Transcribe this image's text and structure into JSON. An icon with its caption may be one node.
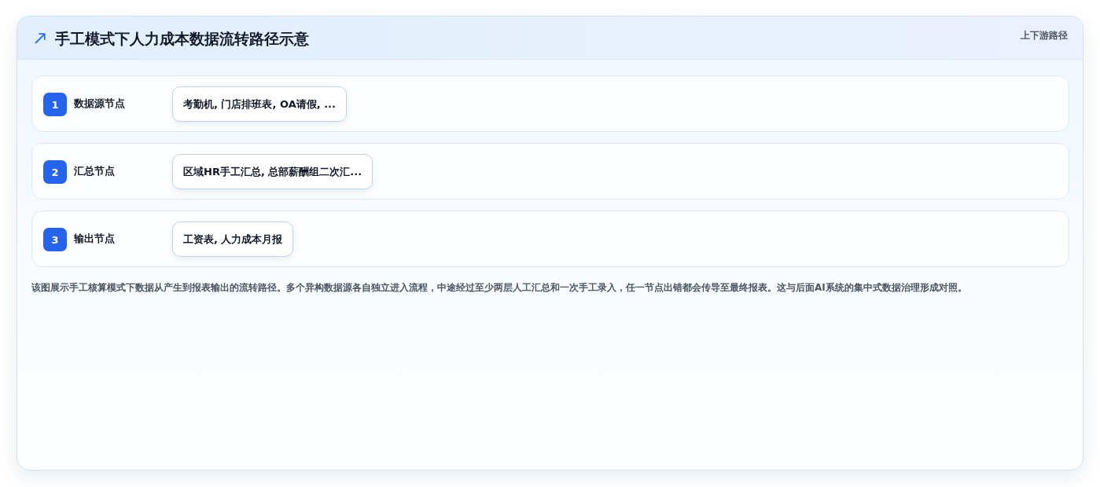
{
  "diagram": {
    "title": "手工模式下人力成本数据流转路径示意",
    "caption": "该图展示手工核算模式下数据从产生到报表输出的流转路径。多个异构数据源各自独立进入流程，中途经过至少两层人工汇总和一次手工录入，任一节点出错都会传导至最终报表。这与后面AI系统的集中式数据治理形成对照。",
    "nodes": [
      {
        "text": [
          "数据源节点"
        ]
      },
      {
        "text": [
          "1"
        ],
        "in": 0
      },
      {
        "text": [
          "考勤机, 门店排班表, OA请假, ..."
        ],
        "in": 0
      },
      {
        "text": [
          "汇总节点"
        ]
      },
      {
        "text": [
          "2"
        ],
        "in": 3
      },
      {
        "text": [
          "区域HR手工汇总, 总部薪酬组二次汇..."
        ],
        "in": 3
      },
      {
        "text": [
          "输出节点"
        ]
      },
      {
        "text": [
          "3"
        ],
        "in": 6
      },
      {
        "text": [
          "工资表, 人力成本月报"
        ],
        "in": 6
      }
    ],
    "labels": [
      "上下游路径"
    ]
  }
}
